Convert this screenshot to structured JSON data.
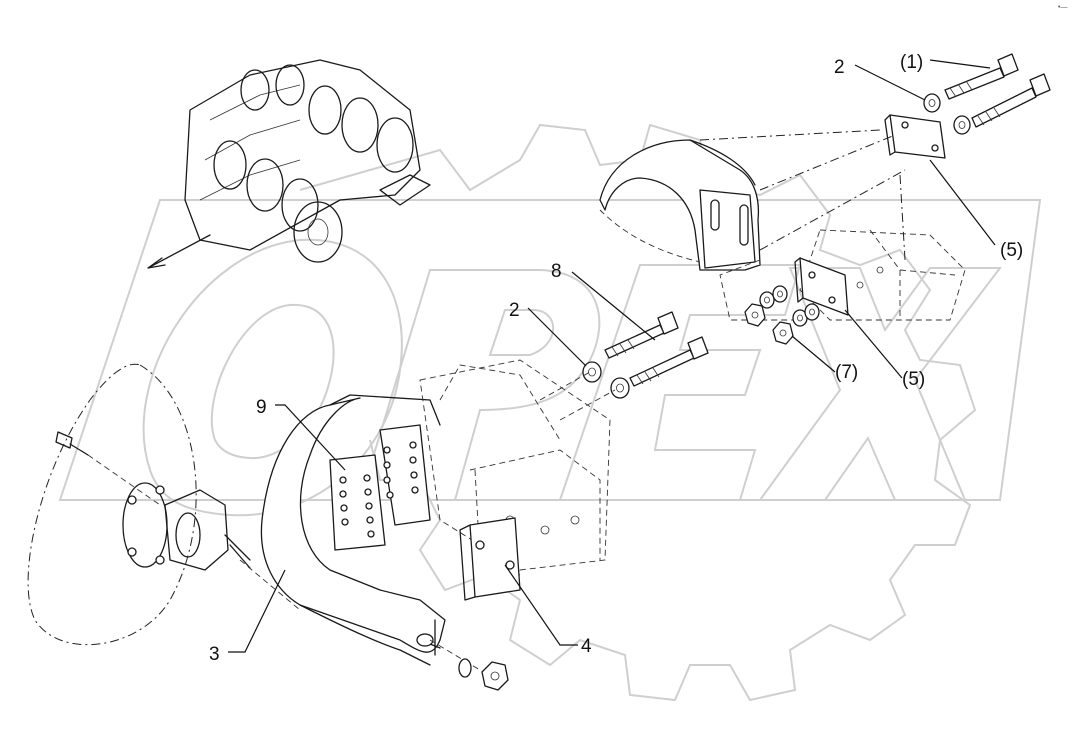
{
  "diagram": {
    "callouts": {
      "c1": "(1)",
      "c2a": "2",
      "c2b": "2",
      "c3": "3",
      "c4": "4",
      "c5a": "(5)",
      "c5b": "(5)",
      "c7": "(7)",
      "c8": "8",
      "c9": "9"
    },
    "watermark": "OPEX",
    "corner_mark": "•—"
  }
}
